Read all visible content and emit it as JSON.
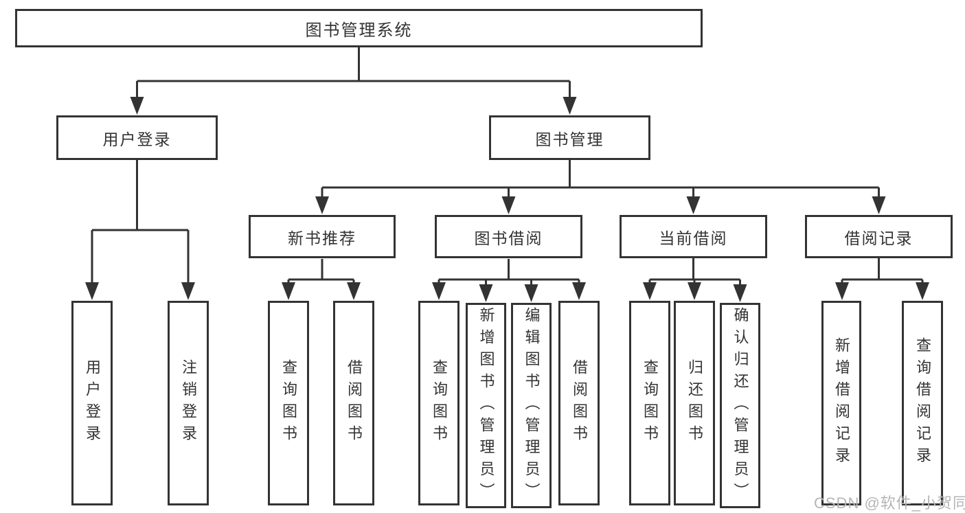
{
  "title": "图书管理系统",
  "tree": {
    "label": "图书管理系统",
    "children": [
      {
        "label": "用户登录",
        "children": [
          {
            "label": "用户登录"
          },
          {
            "label": "注销登录"
          }
        ]
      },
      {
        "label": "图书管理",
        "children": [
          {
            "label": "新书推荐",
            "children": [
              {
                "label": "查询图书"
              },
              {
                "label": "借阅图书"
              }
            ]
          },
          {
            "label": "图书借阅",
            "children": [
              {
                "label": "查询图书"
              },
              {
                "label": "新增图书（管理员）"
              },
              {
                "label": "编辑图书（管理员）"
              },
              {
                "label": "借阅图书"
              }
            ]
          },
          {
            "label": "当前借阅",
            "children": [
              {
                "label": "查询图书"
              },
              {
                "label": "归还图书"
              },
              {
                "label": "确认归还（管理员）"
              }
            ]
          },
          {
            "label": "借阅记录",
            "children": [
              {
                "label": "新增借阅记录"
              },
              {
                "label": "查询借阅记录"
              }
            ]
          }
        ]
      }
    ]
  },
  "watermark": "CSDN @软件_小贺同学",
  "colors": {
    "line": "#333333",
    "text": "#333333",
    "watermark": "#b5b5b5",
    "background": "#ffffff"
  }
}
